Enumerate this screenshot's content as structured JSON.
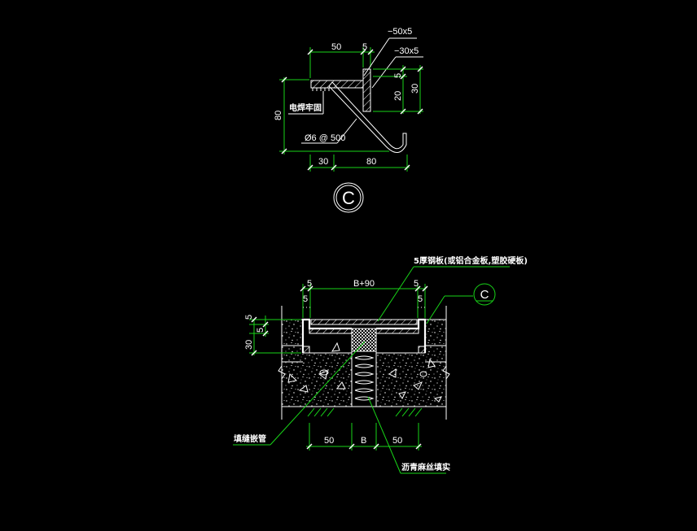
{
  "detail_top": {
    "labels": {
      "plate_50x5": "−50x5",
      "plate_30x5": "−30x5",
      "weld": "电焊牢固",
      "anchor": "Ø6 @ 500"
    },
    "dims": {
      "top_50": "50",
      "top_5": "5",
      "right_5": "5",
      "right_20": "20",
      "right_30": "30",
      "left_80": "80",
      "bottom_30": "30",
      "bottom_80": "80"
    },
    "marker": "C"
  },
  "detail_bottom": {
    "labels": {
      "cover_plate": "5厚钢板(或铝合金板,塑胶硬板)",
      "filler_tube": "填缝嵌管",
      "asphalt_fill": "沥青麻丝填实"
    },
    "dims": {
      "top_5_left": "5",
      "top_5_left_b": "5",
      "top_b90": "B+90",
      "top_5_right": "5",
      "top_5_right_b": "5",
      "left_5": "5",
      "left_5_b": "5",
      "left_30": "30",
      "bottom_50_left": "50",
      "bottom_b": "B",
      "bottom_50_right": "50"
    },
    "marker": "C"
  },
  "colors": {
    "background": "#000000",
    "geometry": "#ffffff",
    "dimension": "#18d418"
  }
}
